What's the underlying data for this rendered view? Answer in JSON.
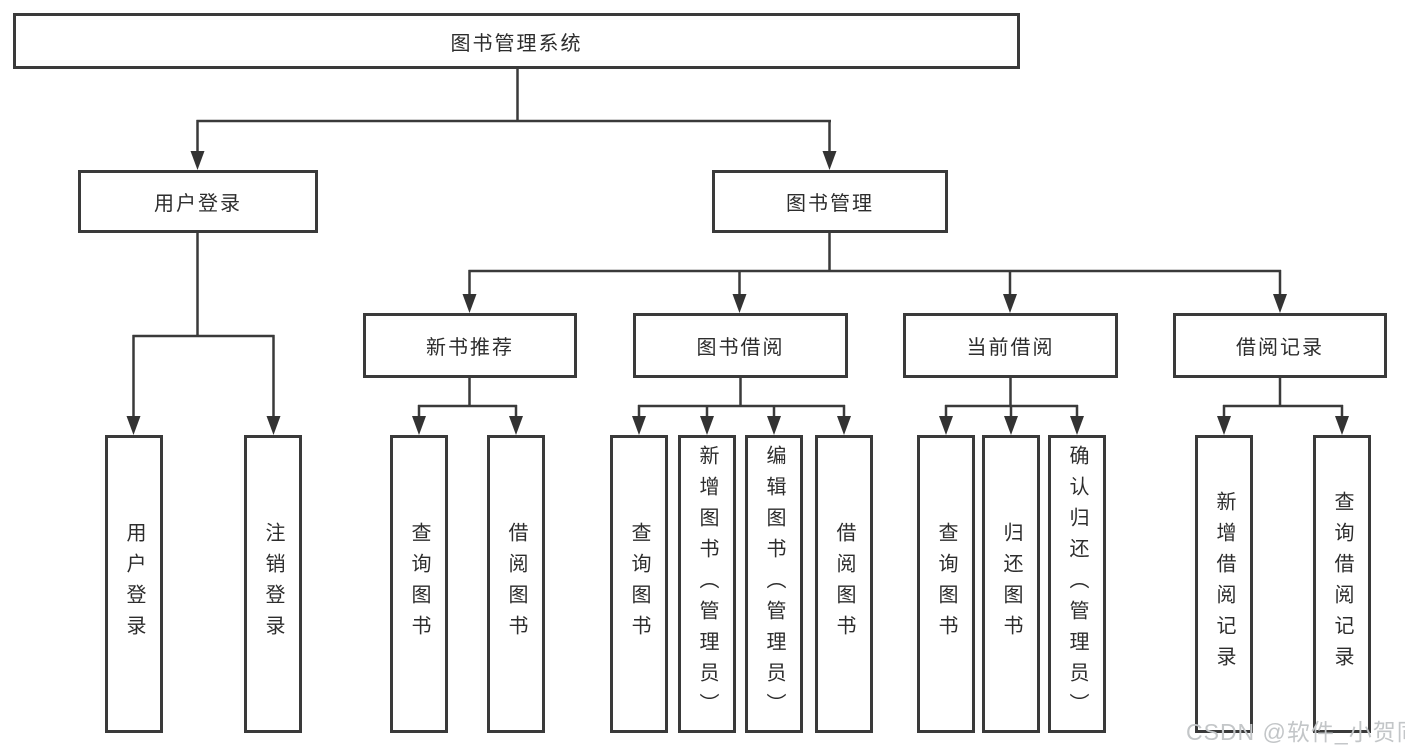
{
  "nodes": {
    "root": "图书管理系统",
    "user_login": "用户登录",
    "book_mgmt": "图书管理",
    "new_book_rec": "新书推荐",
    "book_borrow": "图书借阅",
    "current_borrow": "当前借阅",
    "borrow_record": "借阅记录",
    "leaves": {
      "user_login_sub": [
        "用户登录",
        "注销登录"
      ],
      "new_book_rec_sub": [
        "查询图书",
        "借阅图书"
      ],
      "book_borrow_sub": [
        "查询图书",
        "新增图书（管理员）",
        "编辑图书（管理员）",
        "借阅图书"
      ],
      "current_borrow_sub": [
        "查询图书",
        "归还图书",
        "确认归还（管理员）"
      ],
      "borrow_record_sub": [
        "新增借阅记录",
        "查询借阅记录"
      ]
    }
  },
  "watermark": "CSDN @软件_小贺同学",
  "colors": {
    "line": "#3a3a3a",
    "box_border": "#3a3a3a",
    "text": "#2d2d2d",
    "watermark": "#c3c6c8",
    "background": "#ffffff"
  }
}
